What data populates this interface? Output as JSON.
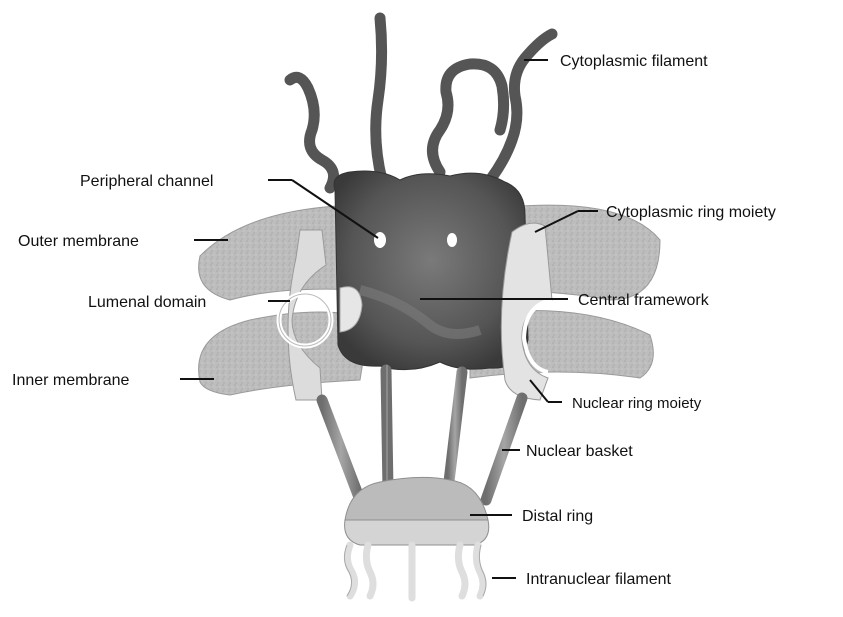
{
  "labels": {
    "cytoplasmic_filament": "Cytoplasmic filament",
    "peripheral_channel": "Peripheral channel",
    "cytoplasmic_ring_moiety": "Cytoplasmic ring moiety",
    "outer_membrane": "Outer membrane",
    "lumenal_domain": "Lumenal domain",
    "central_framework": "Central framework",
    "inner_membrane": "Inner membrane",
    "nuclear_ring_moiety": "Nuclear ring moiety",
    "nuclear_basket": "Nuclear basket",
    "distal_ring": "Distal ring",
    "intranuclear_filament": "Intranuclear filament"
  },
  "colors": {
    "framework": "#5f5f5f",
    "filament": "#555555",
    "membrane": "#b9b9b9",
    "ring": "#dcdcdc",
    "basket": "#8a8a8a",
    "distal_ring": "#cfcfcf",
    "intranuclear": "#e4e4e4"
  }
}
